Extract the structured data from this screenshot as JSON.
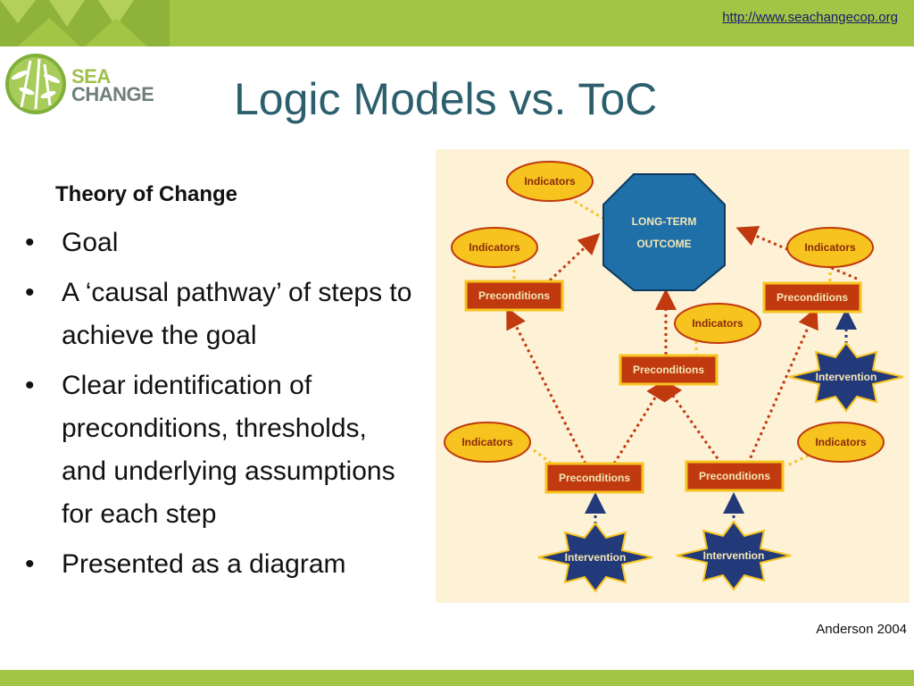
{
  "header": {
    "url": "http://www.seachangecop.org"
  },
  "logo": {
    "line1": "SEA",
    "line2": "CHANGE"
  },
  "title": "Logic Models vs. ToC",
  "content": {
    "subheading": "Theory of Change",
    "bullets": [
      "Goal",
      "A ‘causal pathway’ of steps to achieve the goal",
      "Clear identification of preconditions, thresholds, and underlying assumptions for each step",
      "Presented as a diagram"
    ]
  },
  "diagram": {
    "outcome_line1": "LONG-TERM",
    "outcome_line2": "OUTCOME",
    "indicators_label": "Indicators",
    "preconditions_label": "Preconditions",
    "intervention_label": "Intervention"
  },
  "citation": "Anderson 2004",
  "colors": {
    "accent_green": "#a3c545",
    "title_teal": "#2c5f6e",
    "outcome_blue": "#1f6fa8",
    "precondition_red": "#c0390f",
    "indicator_yellow": "#f7c31f",
    "intervention_navy": "#233a7a",
    "diagram_bg": "#fdf1d6"
  }
}
